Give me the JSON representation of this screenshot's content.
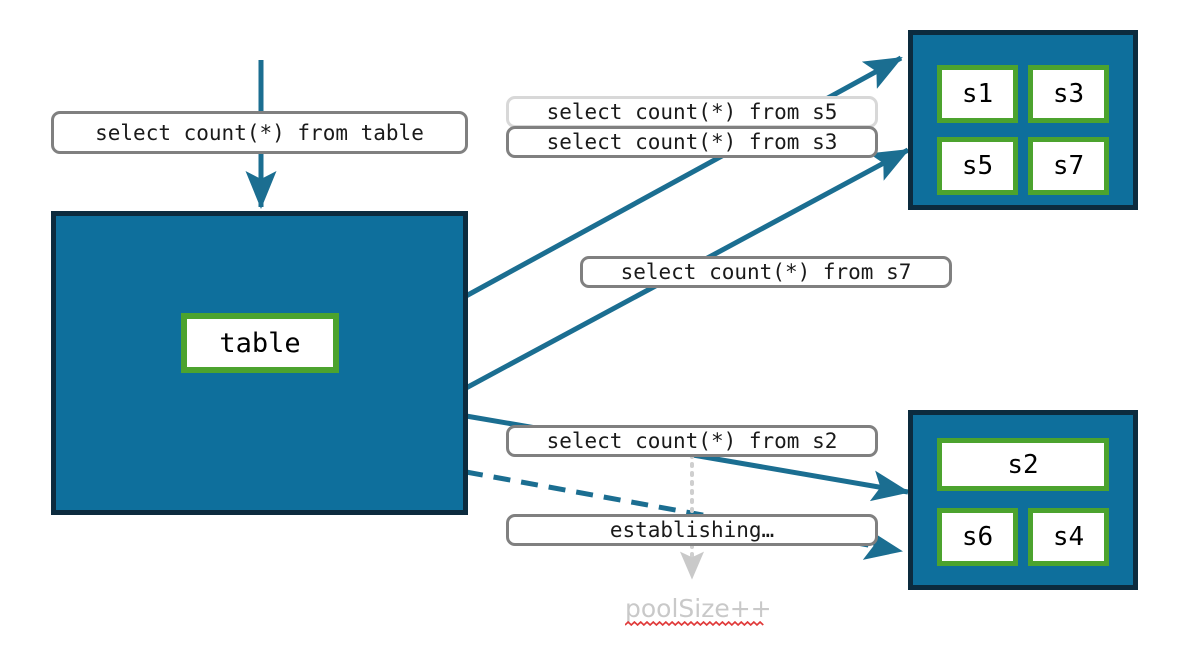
{
  "diagram": {
    "title": "connection-pool-sharded-count-queries",
    "colors": {
      "container_fill": "#0e6f9c",
      "container_border": "#0c2b3e",
      "node_border_green": "#4ca32e",
      "arrow_blue": "#1b6e91",
      "label_border": "#808080",
      "label_border_light": "#d8d8d8",
      "ghost_text": "#c9c9c9",
      "squiggle_red": "#e03a3a",
      "background": "#ffffff"
    }
  },
  "source": {
    "label": "table",
    "query": "select count(*) from table"
  },
  "shard_groups": [
    {
      "name": "shard-group-top",
      "shards": [
        {
          "label": "s1"
        },
        {
          "label": "s3"
        },
        {
          "label": "s5"
        },
        {
          "label": "s7"
        }
      ]
    },
    {
      "name": "shard-group-bottom",
      "shards": [
        {
          "label": "s2"
        },
        {
          "label": "s6"
        },
        {
          "label": "s4"
        }
      ]
    }
  ],
  "query_labels": [
    {
      "name": "query-s5",
      "text": "select count(*) from s5",
      "style": "light"
    },
    {
      "name": "query-s3",
      "text": "select count(*) from s3",
      "style": "normal"
    },
    {
      "name": "query-s7",
      "text": "select count(*) from s7",
      "style": "normal"
    },
    {
      "name": "query-s2",
      "text": "select count(*) from s2",
      "style": "normal"
    },
    {
      "name": "query-establishing",
      "text": "establishing…",
      "style": "normal"
    }
  ],
  "annotations": [
    {
      "name": "pool-size-increment",
      "text": "poolSize++"
    }
  ]
}
